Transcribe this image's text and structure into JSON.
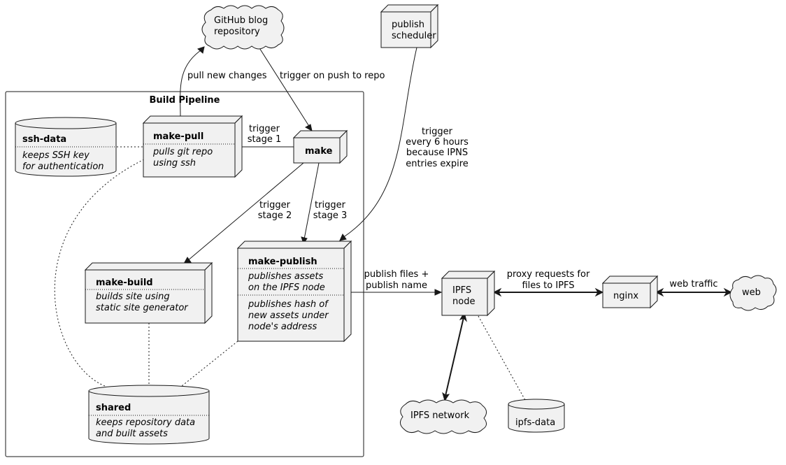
{
  "cluster": {
    "title": "Build Pipeline"
  },
  "nodes": {
    "github": {
      "line1": "GitHub blog",
      "line2": "repository"
    },
    "scheduler": {
      "line1": "publish",
      "line2": "scheduler"
    },
    "ssh_data": {
      "title": "ssh-data",
      "desc1": "keeps SSH key",
      "desc2": "for authentication"
    },
    "make_pull": {
      "title": "make-pull",
      "desc1": "pulls git repo",
      "desc2": "using ssh"
    },
    "make": {
      "title": "make"
    },
    "make_build": {
      "title": "make-build",
      "desc1": "builds site using",
      "desc2": "static site generator"
    },
    "make_publish": {
      "title": "make-publish",
      "desc1": "publishes assets",
      "desc2": "on the IPFS node",
      "desc3": "publishes hash of",
      "desc4": "new assets under",
      "desc5": "node's address"
    },
    "shared": {
      "title": "shared",
      "desc1": "keeps repository data",
      "desc2": "and built assets"
    },
    "ipfs_node": {
      "line1": "IPFS",
      "line2": "node"
    },
    "nginx": {
      "title": "nginx"
    },
    "web": {
      "title": "web"
    },
    "ipfs_network": {
      "title": "IPFS network"
    },
    "ipfs_data": {
      "title": "ipfs-data"
    }
  },
  "edges": {
    "pull_new": "pull new changes",
    "trigger_push": "trigger on push to repo",
    "stage1": {
      "line1": "trigger",
      "line2": "stage 1"
    },
    "stage2": {
      "line1": "trigger",
      "line2": "stage 2"
    },
    "stage3": {
      "line1": "trigger",
      "line2": "stage 3"
    },
    "every6": {
      "line1": "trigger",
      "line2": "every 6 hours",
      "line3": "because IPNS",
      "line4": "entries expire"
    },
    "publish_files": {
      "line1": "publish files +",
      "line2": "publish name"
    },
    "proxy": {
      "line1": "proxy requests for",
      "line2": "files to IPFS"
    },
    "web_traffic": "web traffic"
  }
}
